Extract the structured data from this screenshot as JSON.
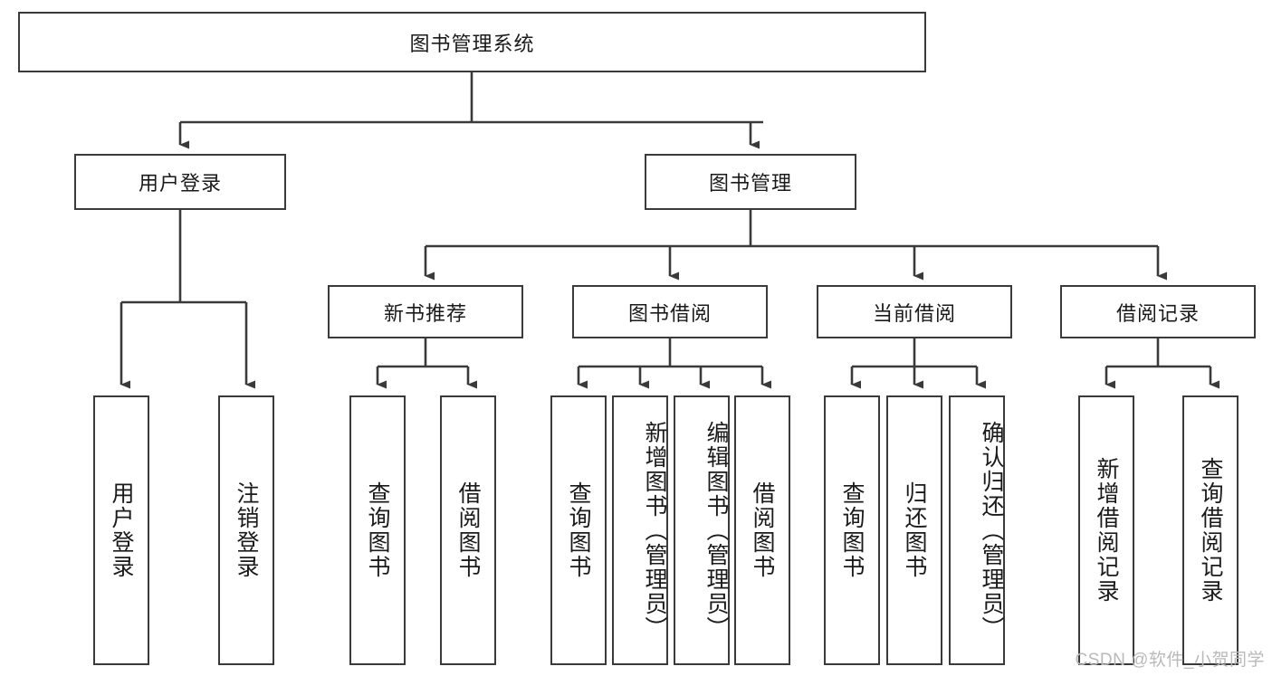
{
  "diagram": {
    "title": "图书管理系统",
    "root": {
      "label": "图书管理系统"
    },
    "level2": [
      {
        "label": "用户登录"
      },
      {
        "label": "图书管理"
      }
    ],
    "level3": [
      {
        "label": "新书推荐"
      },
      {
        "label": "图书借阅"
      },
      {
        "label": "当前借阅"
      },
      {
        "label": "借阅记录"
      }
    ],
    "leaves": {
      "user_login": [
        {
          "label": "用户登录"
        },
        {
          "label": "注销登录"
        }
      ],
      "new_book_recommend": [
        {
          "label": "查询图书"
        },
        {
          "label": "借阅图书"
        }
      ],
      "book_borrow": [
        {
          "label": "查询图书"
        },
        {
          "label": "新增图书（管理员）"
        },
        {
          "label": "编辑图书（管理员）"
        },
        {
          "label": "借阅图书"
        }
      ],
      "current_borrow": [
        {
          "label": "查询图书"
        },
        {
          "label": "归还图书"
        },
        {
          "label": "确认归还（管理员）"
        }
      ],
      "borrow_record": [
        {
          "label": "新增借阅记录"
        },
        {
          "label": "查询借阅记录"
        }
      ]
    }
  },
  "watermark": {
    "text": "CSDN @软件_小贺同学"
  },
  "colors": {
    "stroke": "#3a3a3a",
    "box_fill": "#ffffff",
    "text": "#1a1a1a",
    "watermark": "#b9b9b9"
  }
}
